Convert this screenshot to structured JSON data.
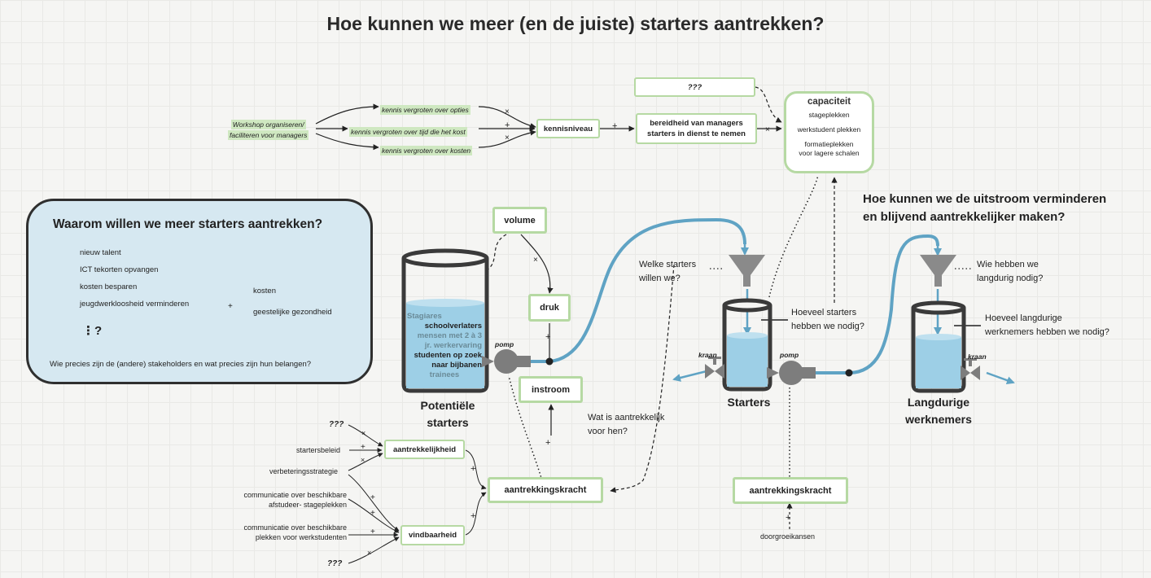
{
  "title": "Hoe kunnen we meer (en de juiste) starters aantrekken?",
  "top_flow": {
    "workshop": [
      "Workshop organiseren/",
      "faciliteren voor managers"
    ],
    "kennis_opties": "kennis vergroten over opties",
    "kennis_tijd": "kennis vergroten over tijd die het kost",
    "kennis_kosten": "kennis vergroten over kosten",
    "kennisniveau": "kennisniveau",
    "bereidheid": [
      "bereidheid van managers",
      "starters in dienst te nemen"
    ],
    "unknown": "???"
  },
  "capaciteit": {
    "title": "capaciteit",
    "items": [
      "stageplekken",
      "werkstudent plekken",
      "formatieplekken",
      "voor lagere schalen"
    ]
  },
  "why_box": {
    "title": "Waarom willen we meer starters aantrekken?",
    "items": [
      "nieuw talent",
      "ICT tekorten opvangen",
      "kosten besparen",
      "jeugdwerkloosheid verminderen"
    ],
    "sub": [
      "kosten",
      "geestelijke gezondheid"
    ],
    "more": "⋮?",
    "footer": "Wie precies zijn de (andere) stakeholders en wat precies zijn hun belangen?"
  },
  "pool": {
    "label": [
      "Potentiële",
      "starters"
    ],
    "contents": [
      "Stagiares",
      "schoolverlaters",
      "mensen met 2 à 3",
      "jr. werkervaring",
      "studenten op zoek",
      "naar bijbanen",
      "trainees"
    ]
  },
  "nodes": {
    "volume": "volume",
    "druk": "druk",
    "instroom": "instroom",
    "aantrekkingskracht": "aantrekkingskracht",
    "aantrekkelijkheid": "aantrekkelijkheid",
    "vindbaarheid": "vindbaarheid",
    "aantrekkingskracht2": "aantrekkingskracht",
    "doorgroeikansen": "doorgroeikansen"
  },
  "left_factors": {
    "q1": "???",
    "startersbeleid": "startersbeleid",
    "verbeteringsstrategie": "verbeteringsstrategie",
    "comm1": [
      "communicatie over beschikbare",
      "afstudeer-  stageplekken"
    ],
    "comm2": [
      "communicatie over beschikbare",
      "plekken voor werkstudenten"
    ],
    "q2": "???"
  },
  "labels": {
    "pomp1": "pomp",
    "pomp2": "pomp",
    "kraan1": "kraan",
    "kraan2": "kraan",
    "starters": "Starters",
    "langdurig": [
      "Langdurige",
      "werknemers"
    ]
  },
  "questions": {
    "welke": [
      "Welke starters",
      "willen we?"
    ],
    "hoeveel": [
      "Hoeveel starters",
      "hebben we nodig?"
    ],
    "wat": [
      "Wat is aantrekkelijk",
      "voor hen?"
    ],
    "uitstroom": [
      "Hoe kunnen we de uitstroom verminderen",
      "en blijvend aantrekkelijker maken?"
    ],
    "wie": [
      "Wie hebben we",
      "langdurig nodig?"
    ],
    "hoeveel_lang": [
      "Hoeveel langdurige",
      "werknemers hebben we nodig?"
    ]
  },
  "signs": {
    "plus": "+",
    "minus": "×"
  },
  "colors": {
    "green_border": "#b6d9a3",
    "green_fill": "#cfe8c1",
    "water": "#9dcfe6",
    "flow": "#5fa3c4",
    "dark": "#3a3a3a",
    "why_bg": "#d6e8f1"
  }
}
